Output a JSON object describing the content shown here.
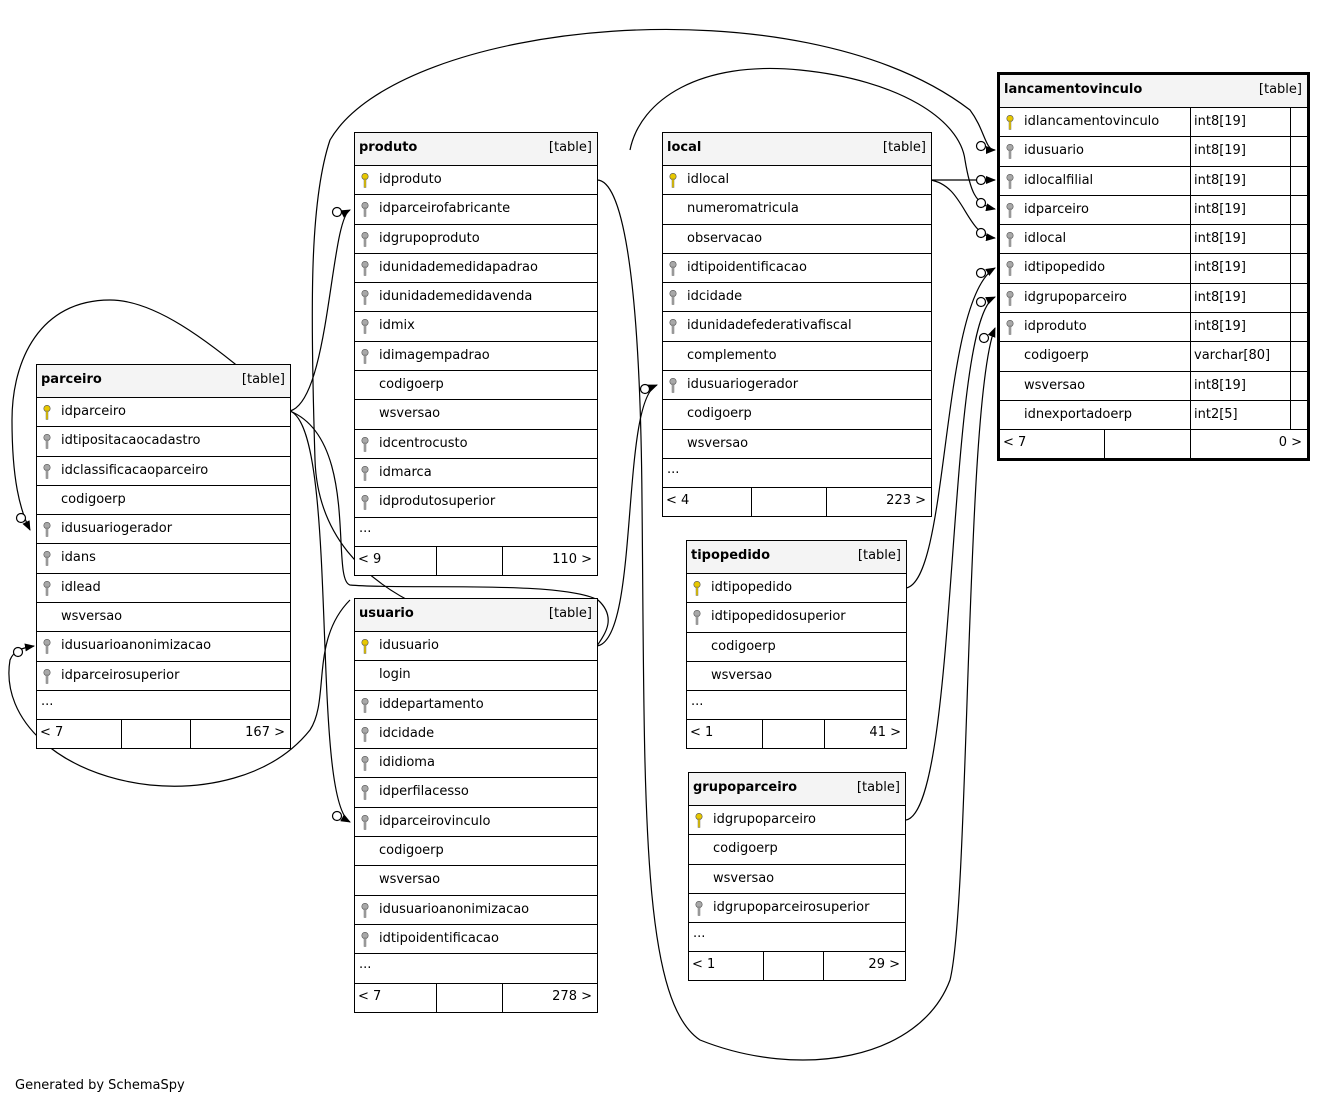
{
  "credit": "Generated by SchemaSpy",
  "type_label": "[table]",
  "tables": {
    "lancamentovinculo": {
      "name": "lancamentovinculo",
      "columns": [
        {
          "name": "idlancamentovinculo",
          "type": "int8[19]",
          "key": "pk"
        },
        {
          "name": "idusuario",
          "type": "int8[19]",
          "key": "fk"
        },
        {
          "name": "idlocalfilial",
          "type": "int8[19]",
          "key": "fk"
        },
        {
          "name": "idparceiro",
          "type": "int8[19]",
          "key": "fk"
        },
        {
          "name": "idlocal",
          "type": "int8[19]",
          "key": "fk"
        },
        {
          "name": "idtipopedido",
          "type": "int8[19]",
          "key": "fk"
        },
        {
          "name": "idgrupoparceiro",
          "type": "int8[19]",
          "key": "fk"
        },
        {
          "name": "idproduto",
          "type": "int8[19]",
          "key": "fk"
        },
        {
          "name": "codigoerp",
          "type": "varchar[80]",
          "key": ""
        },
        {
          "name": "wsversao",
          "type": "int8[19]",
          "key": ""
        },
        {
          "name": "idnexportadoerp",
          "type": "int2[5]",
          "key": ""
        }
      ],
      "footer_left": "< 7",
      "footer_right": "0 >"
    },
    "produto": {
      "name": "produto",
      "columns": [
        {
          "name": "idproduto",
          "key": "pk"
        },
        {
          "name": "idparceirofabricante",
          "key": "fk"
        },
        {
          "name": "idgrupoproduto",
          "key": "fk"
        },
        {
          "name": "idunidademedidapadrao",
          "key": "fk"
        },
        {
          "name": "idunidademedidavenda",
          "key": "fk"
        },
        {
          "name": "idmix",
          "key": "fk"
        },
        {
          "name": "idimagempadrao",
          "key": "fk"
        },
        {
          "name": "codigoerp",
          "key": ""
        },
        {
          "name": "wsversao",
          "key": ""
        },
        {
          "name": "idcentrocusto",
          "key": "fk"
        },
        {
          "name": "idmarca",
          "key": "fk"
        },
        {
          "name": "idprodutosuperior",
          "key": "fk"
        }
      ],
      "more": "...",
      "footer_left": "< 9",
      "footer_right": "110 >"
    },
    "local": {
      "name": "local",
      "columns": [
        {
          "name": "idlocal",
          "key": "pk"
        },
        {
          "name": "numeromatricula",
          "key": ""
        },
        {
          "name": "observacao",
          "key": ""
        },
        {
          "name": "idtipoidentificacao",
          "key": "fk"
        },
        {
          "name": "idcidade",
          "key": "fk"
        },
        {
          "name": "idunidadefederativafiscal",
          "key": "fk"
        },
        {
          "name": "complemento",
          "key": ""
        },
        {
          "name": "idusuariogerador",
          "key": "fk"
        },
        {
          "name": "codigoerp",
          "key": ""
        },
        {
          "name": "wsversao",
          "key": ""
        }
      ],
      "more": "...",
      "footer_left": "< 4",
      "footer_right": "223 >"
    },
    "parceiro": {
      "name": "parceiro",
      "columns": [
        {
          "name": "idparceiro",
          "key": "pk"
        },
        {
          "name": "idtipositacaocadastro",
          "key": "fk"
        },
        {
          "name": "idclassificacaoparceiro",
          "key": "fk"
        },
        {
          "name": "codigoerp",
          "key": ""
        },
        {
          "name": "idusuariogerador",
          "key": "fk"
        },
        {
          "name": "idans",
          "key": "fk"
        },
        {
          "name": "idlead",
          "key": "fk"
        },
        {
          "name": "wsversao",
          "key": ""
        },
        {
          "name": "idusuarioanonimizacao",
          "key": "fk"
        },
        {
          "name": "idparceirosuperior",
          "key": "fk"
        }
      ],
      "more": "...",
      "footer_left": "< 7",
      "footer_right": "167 >"
    },
    "usuario": {
      "name": "usuario",
      "columns": [
        {
          "name": "idusuario",
          "key": "pk"
        },
        {
          "name": "login",
          "key": ""
        },
        {
          "name": "iddepartamento",
          "key": "fk"
        },
        {
          "name": "idcidade",
          "key": "fk"
        },
        {
          "name": "ididioma",
          "key": "fk"
        },
        {
          "name": "idperfilacesso",
          "key": "fk"
        },
        {
          "name": "idparceirovinculo",
          "key": "fk"
        },
        {
          "name": "codigoerp",
          "key": ""
        },
        {
          "name": "wsversao",
          "key": ""
        },
        {
          "name": "idusuarioanonimizacao",
          "key": "fk"
        },
        {
          "name": "idtipoidentificacao",
          "key": "fk"
        }
      ],
      "more": "...",
      "footer_left": "< 7",
      "footer_right": "278 >"
    },
    "tipopedido": {
      "name": "tipopedido",
      "columns": [
        {
          "name": "idtipopedido",
          "key": "pk"
        },
        {
          "name": "idtipopedidosuperior",
          "key": "fk"
        },
        {
          "name": "codigoerp",
          "key": ""
        },
        {
          "name": "wsversao",
          "key": ""
        }
      ],
      "more": "...",
      "footer_left": "< 1",
      "footer_right": "41 >"
    },
    "grupoparceiro": {
      "name": "grupoparceiro",
      "columns": [
        {
          "name": "idgrupoparceiro",
          "key": "pk"
        },
        {
          "name": "codigoerp",
          "key": ""
        },
        {
          "name": "wsversao",
          "key": ""
        },
        {
          "name": "idgrupoparceirosuperior",
          "key": "fk"
        }
      ],
      "more": "...",
      "footer_left": "< 1",
      "footer_right": "29 >"
    }
  },
  "colors": {
    "pk_key": "#e8c800",
    "fk_key": "#a8a8a8",
    "header_bg": "#f4f4f4",
    "edge": "#000000"
  }
}
